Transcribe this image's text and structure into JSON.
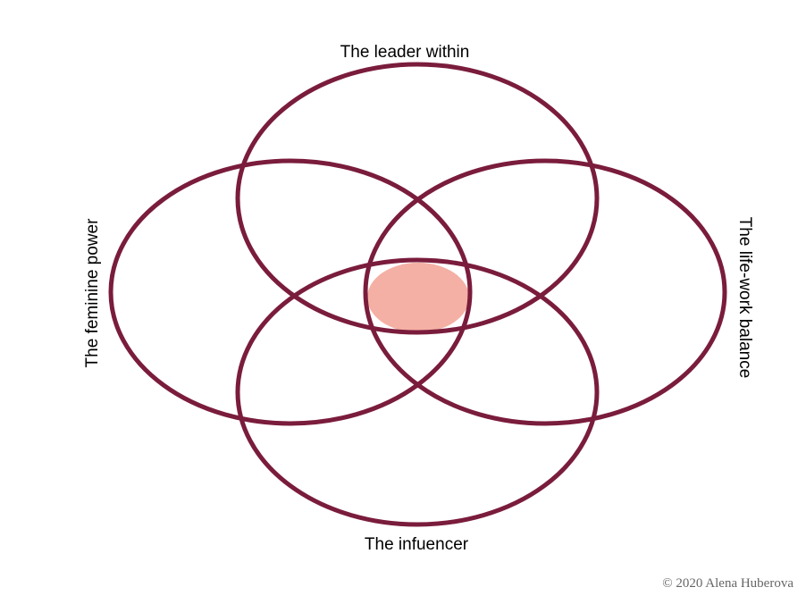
{
  "labels": {
    "top": "The leader within",
    "left": "The feminine power",
    "right": "The life-work balance",
    "bottom": "The infuencer"
  },
  "credit": "© 2020 Alena Huberova",
  "colors": {
    "ring": "#7a1c3c",
    "center": "#f4b0a4",
    "background": "#ffffff"
  }
}
